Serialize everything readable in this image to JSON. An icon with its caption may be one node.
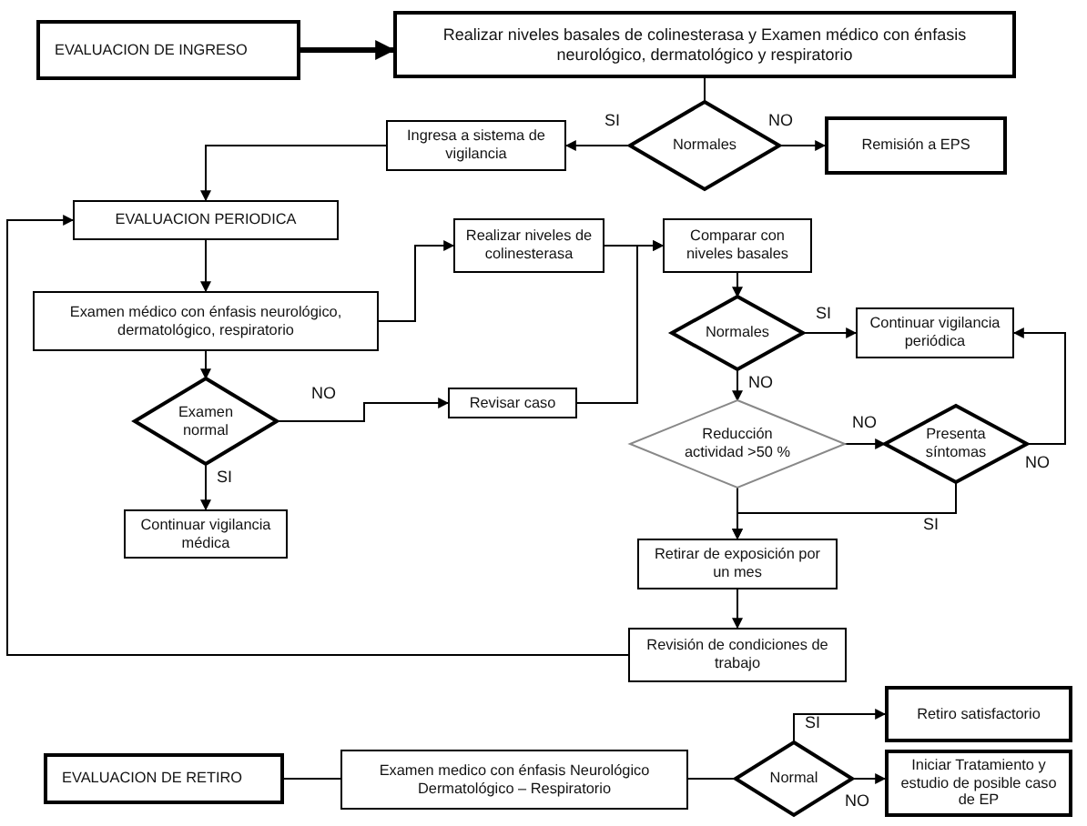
{
  "diagram": {
    "nodes": [
      {
        "text": [
          "EVALUACION DE INGRESO"
        ]
      },
      {
        "text": [
          "Realizar niveles basales de colinesterasa y Examen médico con énfasis neurológico, dermatológico y respiratorio"
        ]
      },
      {
        "text": [
          "Normales"
        ]
      },
      {
        "text": [
          "Ingresa a sistema de vigilancia"
        ]
      },
      {
        "text": [
          "Remisión a EPS"
        ]
      },
      {
        "text": [
          "EVALUACION PERIODICA"
        ]
      },
      {
        "text": [
          "Examen médico con énfasis neurológico, dermatológico, respiratorio"
        ]
      },
      {
        "text": [
          "Examen normal"
        ]
      },
      {
        "text": [
          "Continuar vigilancia médica"
        ]
      },
      {
        "text": [
          "Realizar niveles de colinesterasa"
        ]
      },
      {
        "text": [
          "Revisar caso"
        ]
      },
      {
        "text": [
          "Comparar con niveles basales"
        ]
      },
      {
        "text": [
          "Normales"
        ]
      },
      {
        "text": [
          "Continuar vigilancia periódica"
        ]
      },
      {
        "text": [
          "Reducción actividad >50 %"
        ]
      },
      {
        "text": [
          "Presenta síntomas"
        ]
      },
      {
        "text": [
          "Retirar de exposición por un mes"
        ]
      },
      {
        "text": [
          "Revisión de condiciones de trabajo"
        ]
      },
      {
        "text": [
          "EVALUACION DE RETIRO"
        ]
      },
      {
        "text": [
          "Examen medico con énfasis Neurológico Dermatológico – Respiratorio"
        ]
      },
      {
        "text": [
          "Normal"
        ]
      },
      {
        "text": [
          "Retiro satisfactorio"
        ]
      },
      {
        "text": [
          "Iniciar Tratamiento y estudio de posible caso de EP"
        ]
      }
    ],
    "edges": [
      {
        "from": 0,
        "to": 1,
        "arrow": "to",
        "style": "thick"
      },
      {
        "from": 1,
        "to": 2,
        "arrow": "none"
      },
      {
        "from": 2,
        "to": 3,
        "arrow": "to",
        "label": "SI"
      },
      {
        "from": 2,
        "to": 4,
        "arrow": "to",
        "label": "NO"
      },
      {
        "from": 3,
        "to": 5,
        "arrow": "to"
      },
      {
        "from": 5,
        "to": 6,
        "arrow": "to"
      },
      {
        "from": 6,
        "to": 9,
        "arrow": "to"
      },
      {
        "from": 6,
        "to": 7,
        "arrow": "to"
      },
      {
        "from": 7,
        "to": 10,
        "arrow": "to",
        "label": "NO"
      },
      {
        "from": 7,
        "to": 8,
        "arrow": "to",
        "label": "SI"
      },
      {
        "from": 9,
        "to": 11,
        "arrow": "to"
      },
      {
        "from": 10,
        "to": 11,
        "arrow": "to"
      },
      {
        "from": 11,
        "to": 12,
        "arrow": "to"
      },
      {
        "from": 12,
        "to": 13,
        "arrow": "to",
        "label": "SI"
      },
      {
        "from": 12,
        "to": 14,
        "arrow": "to",
        "label": "NO"
      },
      {
        "from": 14,
        "to": 15,
        "arrow": "to",
        "label": "NO"
      },
      {
        "from": 15,
        "to": 13,
        "arrow": "to",
        "label": "NO"
      },
      {
        "from": 15,
        "to": 16,
        "arrow": "to",
        "label": "SI"
      },
      {
        "from": 14,
        "to": 16,
        "arrow": "to"
      },
      {
        "from": 16,
        "to": 17,
        "arrow": "to"
      },
      {
        "from": 17,
        "to": 5,
        "arrow": "to"
      },
      {
        "from": 18,
        "to": 19,
        "arrow": "none"
      },
      {
        "from": 19,
        "to": 20,
        "arrow": "none"
      },
      {
        "from": 20,
        "to": 21,
        "arrow": "to",
        "label": "SI"
      },
      {
        "from": 20,
        "to": 22,
        "arrow": "to",
        "label": "NO"
      }
    ]
  }
}
